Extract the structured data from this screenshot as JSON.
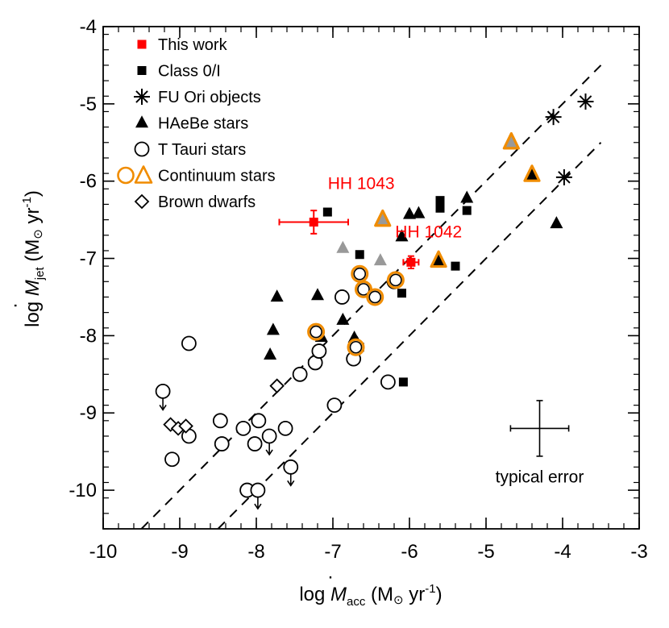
{
  "chart_data": {
    "type": "scatter",
    "xlabel": "log Ṁacc (M⊙ yr-1)",
    "ylabel": "log Ṁjet (M⊙ yr-1)",
    "xlim": [
      -10,
      -3
    ],
    "ylim": [
      -10.5,
      -4
    ],
    "grid": false,
    "legend_position": "top-left",
    "xticks": [
      -10,
      -9,
      -8,
      -7,
      -6,
      -5,
      -4,
      -3
    ],
    "yticks": [
      -10,
      -9,
      -8,
      -7,
      -6,
      -5,
      -4
    ],
    "axis_text": {
      "x_prefix": "log ",
      "x_symbol": "M",
      "x_sub": "acc",
      "x_unit_open": " (M",
      "x_sun": "⊙",
      "x_unit_mid": " yr",
      "x_exp": "-1",
      "x_close": ")",
      "y_prefix": "log ",
      "y_symbol": "M",
      "y_sub": "jet",
      "y_unit_open": " (M",
      "y_sun": "⊙",
      "y_unit_mid": " yr",
      "y_exp": "-1",
      "y_close": ")"
    },
    "colors": {
      "this_work": "#ff0000",
      "continuum": "#f08c00",
      "gray": "#999999",
      "black": "#000000"
    },
    "lines": [
      {
        "style": "dashed",
        "x": [
          -9.5,
          -3.5
        ],
        "y": [
          -10.5,
          -4.5
        ]
      },
      {
        "style": "dashed",
        "x": [
          -8.5,
          -3.5
        ],
        "y": [
          -10.5,
          -5.5
        ]
      }
    ],
    "legend": [
      {
        "label": "This work",
        "marker": "square-red"
      },
      {
        "label": "Class 0/I",
        "marker": "square"
      },
      {
        "label": "FU Ori objects",
        "marker": "asterisk"
      },
      {
        "label": "HAeBe stars",
        "marker": "triangle"
      },
      {
        "label": "T Tauri stars",
        "marker": "circle-open"
      },
      {
        "label": "Continuum stars",
        "marker": "continuum"
      },
      {
        "label": "Brown dwarfs",
        "marker": "diamond-open"
      }
    ],
    "annotations": [
      {
        "text": "HH 1043",
        "x": -6.63,
        "y": -6.1,
        "color": "#ff0000"
      },
      {
        "text": "HH 1042",
        "x": -5.75,
        "y": -6.73,
        "color": "#ff0000"
      },
      {
        "text": "typical error",
        "x": -4.3,
        "y": -9.9,
        "color": "#000000"
      }
    ],
    "typical_error": {
      "x": -4.3,
      "y": -9.2,
      "xerr": 0.38,
      "yerr": 0.36
    },
    "series": [
      {
        "name": "This work",
        "marker": "square-red",
        "points": [
          {
            "x": -7.25,
            "y": -6.53,
            "xerr": 0.45,
            "yerr": 0.15,
            "label": "HH 1043"
          },
          {
            "x": -5.98,
            "y": -7.05,
            "xerr": 0.1,
            "yerr": 0.08,
            "label": "HH 1042"
          }
        ]
      },
      {
        "name": "Class 0/I",
        "marker": "square",
        "points": [
          {
            "x": -7.07,
            "y": -6.4
          },
          {
            "x": -6.65,
            "y": -6.95
          },
          {
            "x": -6.1,
            "y": -7.45
          },
          {
            "x": -5.6,
            "y": -6.25
          },
          {
            "x": -5.6,
            "y": -6.35
          },
          {
            "x": -5.25,
            "y": -6.38
          },
          {
            "x": -5.4,
            "y": -7.1
          },
          {
            "x": -6.65,
            "y": -8.15
          },
          {
            "x": -6.08,
            "y": -8.6
          }
        ]
      },
      {
        "name": "FU Ori objects",
        "marker": "asterisk",
        "points": [
          {
            "x": -4.12,
            "y": -5.17
          },
          {
            "x": -3.7,
            "y": -4.97
          },
          {
            "x": -3.98,
            "y": -5.95
          }
        ]
      },
      {
        "name": "HAeBe stars",
        "marker": "triangle",
        "points": [
          {
            "x": -7.73,
            "y": -7.5
          },
          {
            "x": -7.2,
            "y": -7.48
          },
          {
            "x": -7.78,
            "y": -7.93
          },
          {
            "x": -7.82,
            "y": -8.25
          },
          {
            "x": -7.15,
            "y": -8.02
          },
          {
            "x": -6.87,
            "y": -7.8
          },
          {
            "x": -6.72,
            "y": -8.03
          },
          {
            "x": -6.68,
            "y": -8.1
          },
          {
            "x": -6.0,
            "y": -6.43
          },
          {
            "x": -5.88,
            "y": -6.42
          },
          {
            "x": -6.1,
            "y": -6.72
          },
          {
            "x": -5.25,
            "y": -6.22
          },
          {
            "x": -4.08,
            "y": -6.55
          }
        ]
      },
      {
        "name": "HAeBe stars (gray)",
        "marker": "triangle-gray",
        "points": [
          {
            "x": -6.87,
            "y": -6.87
          },
          {
            "x": -6.38,
            "y": -7.03
          }
        ]
      },
      {
        "name": "T Tauri stars",
        "marker": "circle-open",
        "points": [
          {
            "x": -8.88,
            "y": -8.1
          },
          {
            "x": -9.22,
            "y": -8.72,
            "upper": true
          },
          {
            "x": -9.1,
            "y": -9.6
          },
          {
            "x": -8.88,
            "y": -9.3
          },
          {
            "x": -8.47,
            "y": -9.1
          },
          {
            "x": -8.45,
            "y": -9.4
          },
          {
            "x": -8.17,
            "y": -9.2
          },
          {
            "x": -7.97,
            "y": -9.1
          },
          {
            "x": -8.02,
            "y": -9.4
          },
          {
            "x": -7.83,
            "y": -9.3,
            "upper": true
          },
          {
            "x": -7.62,
            "y": -9.2
          },
          {
            "x": -7.55,
            "y": -9.7,
            "upper": true
          },
          {
            "x": -8.12,
            "y": -10.0
          },
          {
            "x": -7.98,
            "y": -10.0,
            "upper": true
          },
          {
            "x": -7.43,
            "y": -8.5
          },
          {
            "x": -7.23,
            "y": -8.35
          },
          {
            "x": -7.18,
            "y": -8.2
          },
          {
            "x": -6.98,
            "y": -8.9
          },
          {
            "x": -6.88,
            "y": -7.5
          },
          {
            "x": -6.73,
            "y": -8.3
          },
          {
            "x": -6.28,
            "y": -8.6
          },
          {
            "x": -6.2,
            "y": -7.3
          }
        ]
      },
      {
        "name": "Continuum circles",
        "marker": "circle-orange",
        "points": [
          {
            "x": -7.22,
            "y": -7.95
          },
          {
            "x": -6.65,
            "y": -7.2
          },
          {
            "x": -6.6,
            "y": -7.4
          },
          {
            "x": -6.45,
            "y": -7.5
          },
          {
            "x": -6.18,
            "y": -7.28
          },
          {
            "x": -6.7,
            "y": -8.15
          }
        ]
      },
      {
        "name": "Continuum triangles",
        "marker": "triangle-orange",
        "points": [
          {
            "x": -4.67,
            "y": -5.5,
            "fill": "gray"
          },
          {
            "x": -6.35,
            "y": -6.5,
            "fill": "gray"
          },
          {
            "x": -5.62,
            "y": -7.03,
            "fill": "black"
          },
          {
            "x": -4.4,
            "y": -5.92,
            "fill": "black"
          }
        ]
      },
      {
        "name": "Brown dwarfs",
        "marker": "diamond-open",
        "points": [
          {
            "x": -7.73,
            "y": -8.65
          },
          {
            "x": -9.12,
            "y": -9.15
          },
          {
            "x": -9.02,
            "y": -9.2
          },
          {
            "x": -8.92,
            "y": -9.17
          }
        ]
      }
    ]
  }
}
